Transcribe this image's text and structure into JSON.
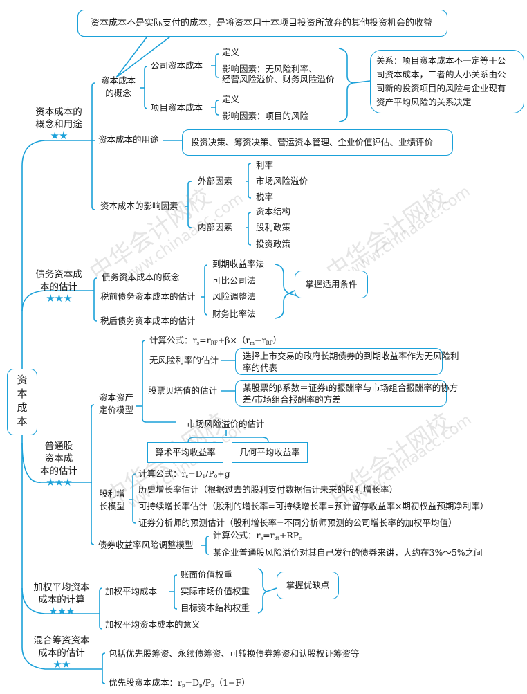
{
  "root": {
    "label": "资本成本"
  },
  "accent_color": "#1ba1d9",
  "watermark": {
    "cn": "中华会计网校",
    "en": "www.chinaacc.com"
  },
  "branches": [
    {
      "title_line1": "资本成本的",
      "title_line2": "概念和用途",
      "stars": "★★",
      "callout_top": "资本成本不是实际支付的成本，是将资本用于本项目投资所放弃的其他投资机会的收益",
      "concept": {
        "label_line1": "资本成本",
        "label_line2": "的概念",
        "company": {
          "label": "公司资本成本",
          "items": [
            "定义",
            "影响因素：无风险利率、",
            "经营风险溢价、财务风险溢价"
          ]
        },
        "project": {
          "label": "项目资本成本",
          "items": [
            "定义",
            "影响因素：项目的风险"
          ]
        },
        "relation_box": [
          "关系：项目资本成本不一定等于公",
          "司资本成本，二者的大小关系由公",
          "司新的投资项目的风险与企业现有",
          "资产平均风险的关系决定"
        ]
      },
      "uses": {
        "label": "资本成本的用途",
        "box": "投资决策、筹资决策、营运资本管理、企业价值评估、业绩评价"
      },
      "factors": {
        "label": "资本成本的影响因素",
        "external": {
          "label": "外部因素",
          "items": [
            "利率",
            "市场风险溢价",
            "税率"
          ]
        },
        "internal": {
          "label": "内部因素",
          "items": [
            "资本结构",
            "股利政策",
            "投资政策"
          ]
        }
      }
    },
    {
      "title_line1": "债务资本成",
      "title_line2": "本的估计",
      "stars": "★★★",
      "items": [
        "债务资本成本的概念",
        "税前债务资本成本的估计",
        "税后债务资本成本的估计"
      ],
      "methods": [
        "到期收益率法",
        "可比公司法",
        "风险调整法",
        "财务比率法"
      ],
      "note_box": "掌握适用条件"
    },
    {
      "title_line1": "普通股",
      "title_line2": "资本成",
      "title_line3": "本的估计",
      "stars": "★★★",
      "capm": {
        "label_line1": "资本资产",
        "label_line2": "定价模型",
        "formula_prefix": "计算公式：",
        "formula": "rs=rRF+β×（rm−rRF）",
        "riskfree": {
          "label": "无风险利率的估计",
          "box_line1": "选择上市交易的政府长期债券的到期收益率作为无风险利",
          "box_line2": "率的代表"
        },
        "beta": {
          "label": "股票贝塔值的估计",
          "box_line1": "某股票的β系数＝证券i的报酬率与市场组合报酬率的协方",
          "box_line2": "差/市场组合报酬率的方差"
        },
        "premium": {
          "label": "市场风险溢价的估计",
          "options": [
            "算术平均收益率",
            "几何平均收益率"
          ]
        }
      },
      "ddm": {
        "label_line1": "股利增",
        "label_line2": "长模型",
        "formula_prefix": "计算公式：",
        "formula": "rs=D1/P0+g",
        "items": [
          "历史增长率估计（根据过去的股利支付数据估计未来的股利增长率）",
          "可持续增长率估计（股利的增长率=可持续增长率=预计留存收益率×期初权益预期净利率）",
          "证券分析师的预测估计（股利增长率=不同分析师预测的公司增长率的加权平均值）"
        ]
      },
      "bond_yield": {
        "label": "债券收益率风险调整模型",
        "formula_prefix": "计算公式：",
        "formula": "rs=rdt+RPc",
        "note": "某企业普通股风险溢价对其自己发行的债券来讲，大约在3%～5%之间"
      }
    },
    {
      "title_line1": "加权平均资本",
      "title_line2": "成本的计算",
      "stars": "★★★",
      "wacc": {
        "label": "加权平均成本",
        "items": [
          "账面价值权重",
          "实际市场价值权重",
          "目标资本结构权重"
        ],
        "note_box": "掌握优缺点"
      },
      "meaning": "加权平均资本成本的意义"
    },
    {
      "title_line1": "混合筹资资本",
      "title_line2": "成本的估计",
      "stars": "★★",
      "items": [
        "包括优先股筹资、永续债筹资、可转换债券筹资和认股权证筹资等"
      ],
      "pref_prefix": "优先股资本成本：",
      "pref_formula": "rp=Dp/Pp（1−F）"
    }
  ]
}
